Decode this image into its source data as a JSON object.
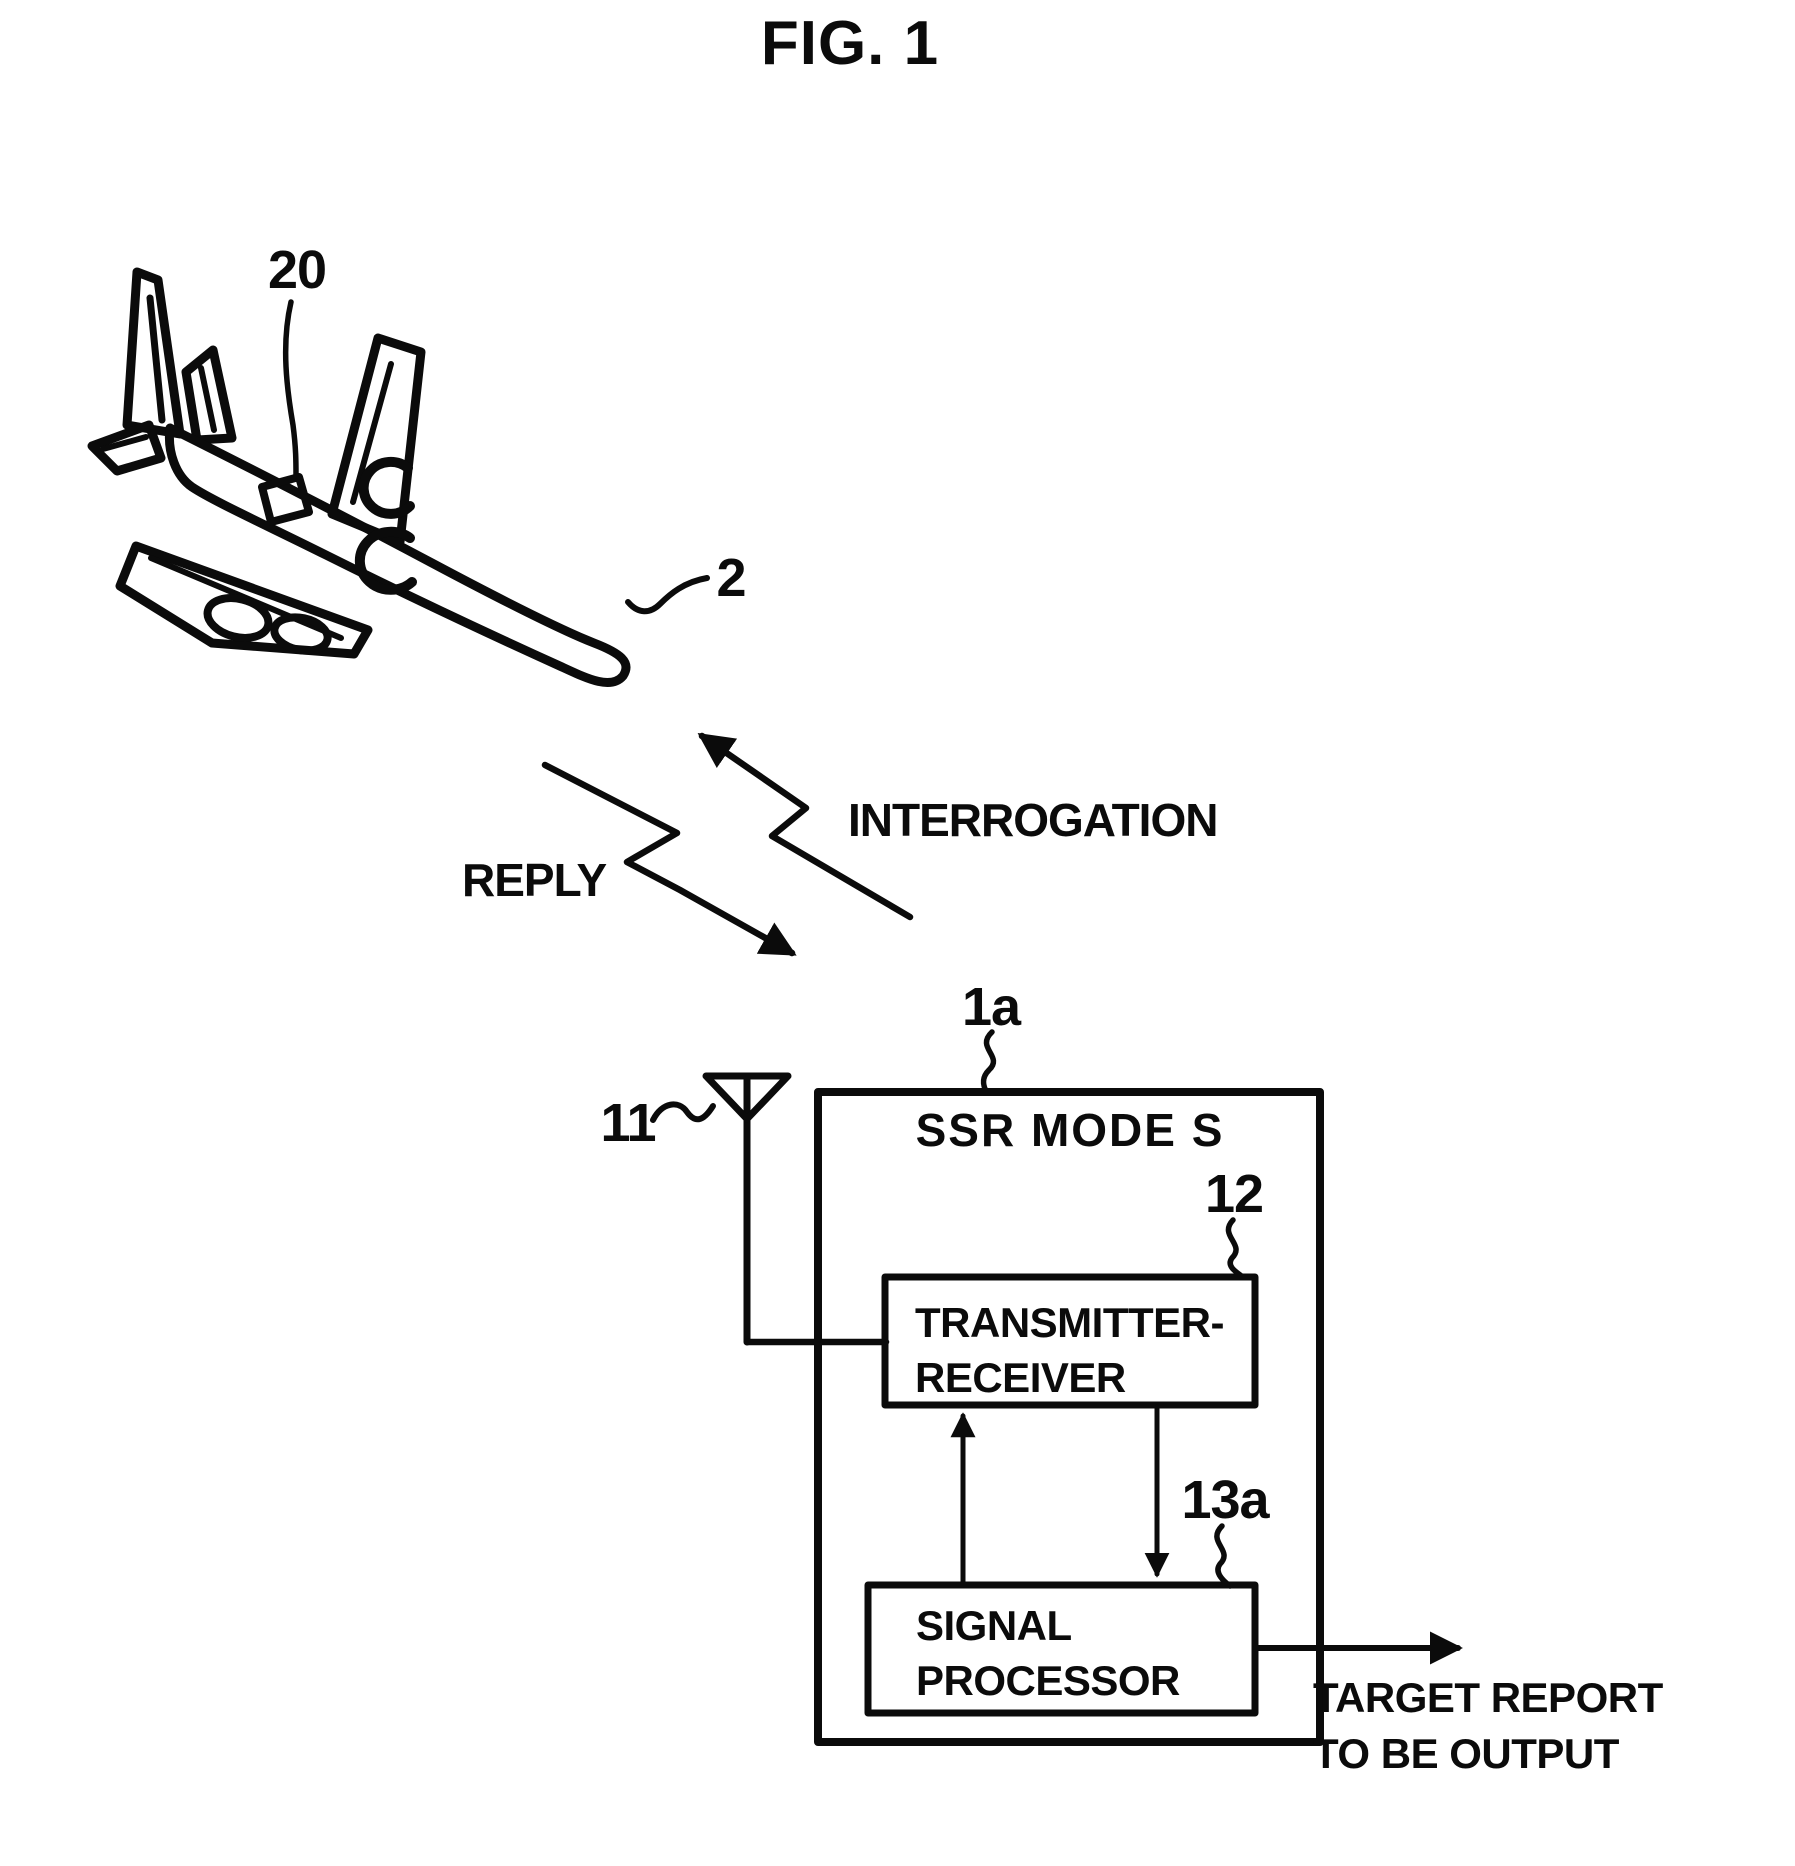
{
  "figure_title": "FIG. 1",
  "aircraft": {
    "label": "2",
    "transponder_label": "20"
  },
  "signals": {
    "interrogation_label": "INTERROGATION",
    "reply_label": "REPLY"
  },
  "ground_station": {
    "label": "1a",
    "name": "SSR MODE S",
    "antenna_label": "11",
    "transmitter_receiver": {
      "label": "12",
      "line1": "TRANSMITTER-",
      "line2": "RECEIVER"
    },
    "signal_processor": {
      "label": "13a",
      "line1": "SIGNAL",
      "line2": "PROCESSOR"
    },
    "output": {
      "line1": "TARGET REPORT",
      "line2": "TO BE OUTPUT"
    }
  },
  "colors": {
    "ink": "#0b0b0b",
    "paper": "#ffffff"
  }
}
